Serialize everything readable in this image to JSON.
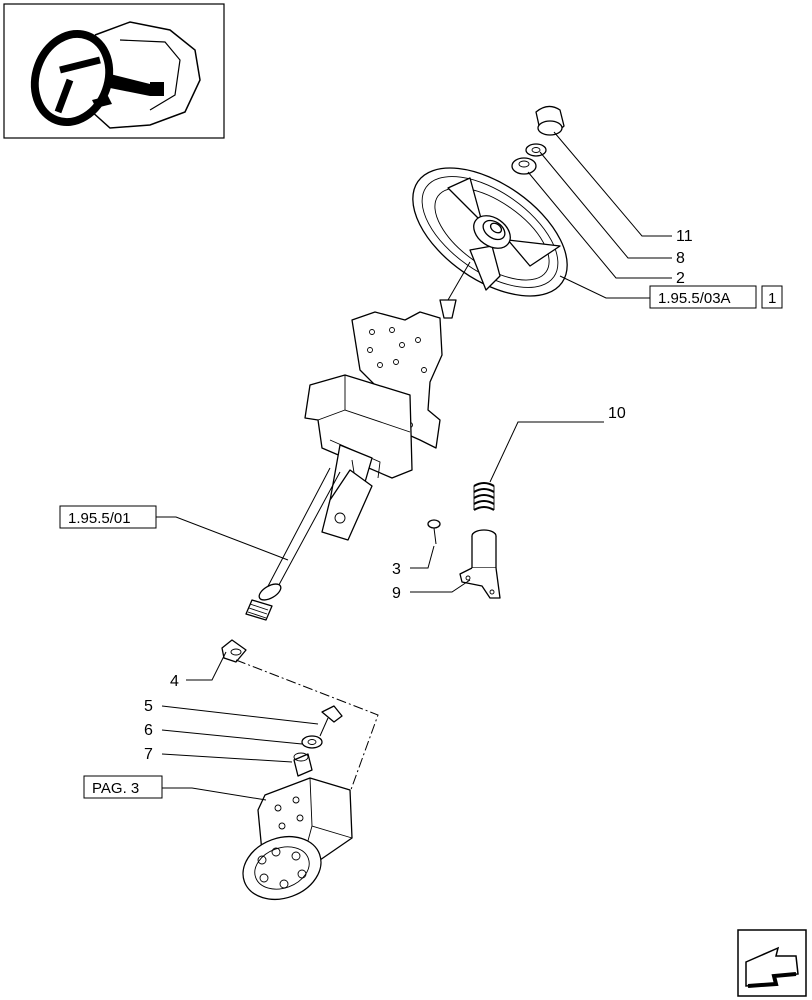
{
  "callouts": [
    {
      "id": "11",
      "label": "11"
    },
    {
      "id": "8",
      "label": "8"
    },
    {
      "id": "2",
      "label": "2"
    },
    {
      "id": "10",
      "label": "10"
    },
    {
      "id": "3",
      "label": "3"
    },
    {
      "id": "9",
      "label": "9"
    },
    {
      "id": "4",
      "label": "4"
    },
    {
      "id": "5",
      "label": "5"
    },
    {
      "id": "6",
      "label": "6"
    },
    {
      "id": "7",
      "label": "7"
    }
  ],
  "references": {
    "wheel_ref": "1.95.5/03A",
    "wheel_ref_index": "1",
    "column_ref": "1.95.5/01",
    "pump_ref": "PAG. 3"
  },
  "icons": {
    "thumbnail": "tractor-cab-steering-wheel-icon",
    "nav": "next-page-arrow-icon"
  }
}
